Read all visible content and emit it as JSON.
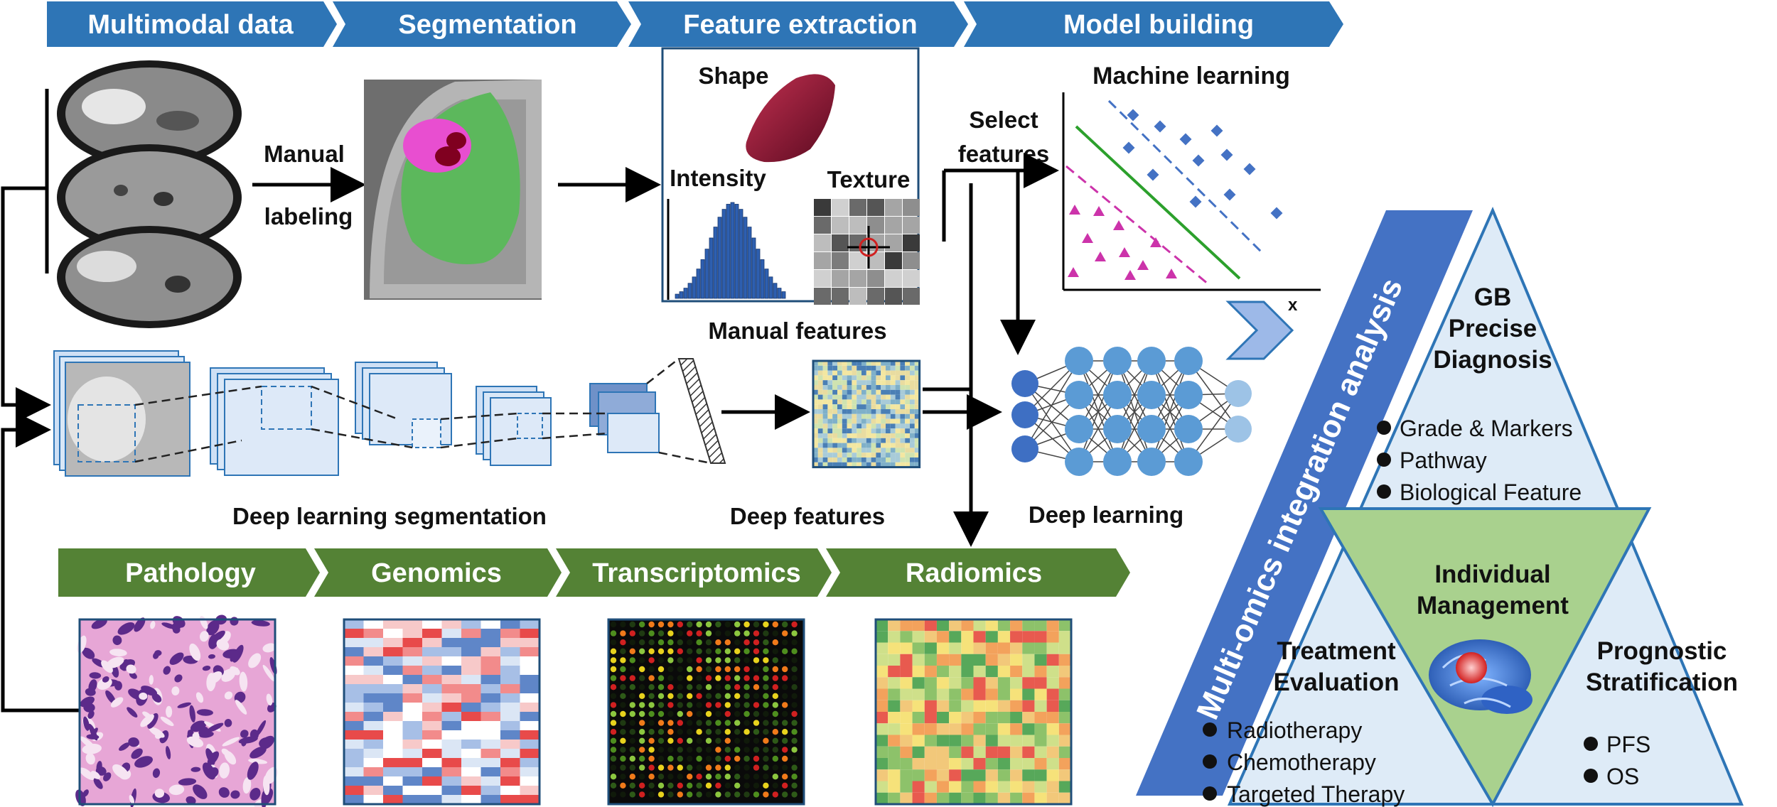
{
  "colors": {
    "header_blue": "#2e75b6",
    "header_green": "#548235",
    "triangle_fill": "#deebf7",
    "triangle_center": "#a9d18e",
    "ml_blue": "#4472c4",
    "ml_magenta": "#cc33aa",
    "ml_line": "#2ca02c"
  },
  "pipeline_headers": [
    "Multimodal data",
    "Segmentation",
    "Feature extraction",
    "Model building"
  ],
  "omics_headers": [
    "Pathology",
    "Genomics",
    "Transcriptomics",
    "Radiomics"
  ],
  "labels": {
    "manual_line1": "Manual",
    "manual_line2": "labeling",
    "shape": "Shape",
    "intensity": "Intensity",
    "texture": "Texture",
    "manual_features": "Manual features",
    "select_line1": "Select",
    "select_line2": "features",
    "machine_learning": "Machine learning",
    "axis_x": "x",
    "deep_learning_segmentation": "Deep learning segmentation",
    "deep_features": "Deep features",
    "deep_learning": "Deep learning"
  },
  "integration": {
    "banner": "Multi-omics integration analysis",
    "top_title": [
      "GB",
      "Precise",
      "Diagnosis"
    ],
    "top_items": [
      "Grade & Markers",
      "Pathway",
      "Biological Feature"
    ],
    "center_title": [
      "Individual",
      "Management"
    ],
    "left_title": [
      "Treatment",
      "Evaluation"
    ],
    "left_items": [
      "Radiotherapy",
      "Chemotherapy",
      "Targeted Therapy"
    ],
    "right_title": [
      "Prognostic",
      "Stratification"
    ],
    "right_items": [
      "PFS",
      "OS"
    ]
  },
  "icons": [
    "brain-mri-slice-icon",
    "segmented-brain-icon",
    "shape-3d-icon",
    "histogram-icon",
    "texture-grid-icon",
    "cnn-icon",
    "neural-network-icon",
    "brain-tumor-icon",
    "pathology-tissue-icon",
    "heatmap-icon",
    "microarray-icon"
  ]
}
